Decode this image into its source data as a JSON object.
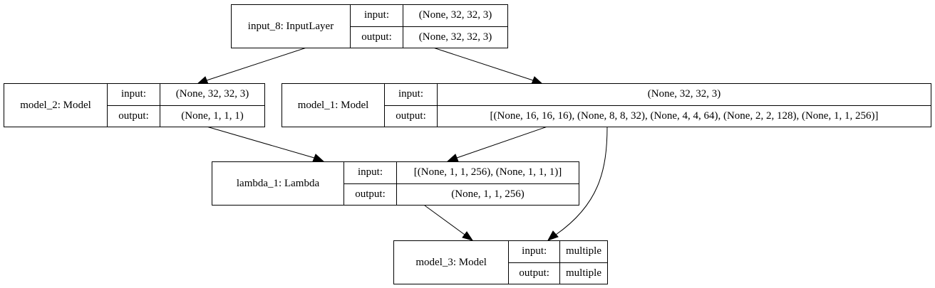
{
  "nodes": {
    "input_8": {
      "name": "input_8: InputLayer",
      "input_label": "input:",
      "output_label": "output:",
      "input_value": "(None, 32, 32, 3)",
      "output_value": "(None, 32, 32, 3)"
    },
    "model_2": {
      "name": "model_2: Model",
      "input_label": "input:",
      "output_label": "output:",
      "input_value": "(None, 32, 32, 3)",
      "output_value": "(None, 1, 1, 1)"
    },
    "model_1": {
      "name": "model_1: Model",
      "input_label": "input:",
      "output_label": "output:",
      "input_value": "(None, 32, 32, 3)",
      "output_value": "[(None, 16, 16, 16), (None, 8, 8, 32), (None, 4, 4, 64), (None, 2, 2, 128), (None, 1, 1, 256)]"
    },
    "lambda_1": {
      "name": "lambda_1: Lambda",
      "input_label": "input:",
      "output_label": "output:",
      "input_value": "[(None, 1, 1, 256), (None, 1, 1, 1)]",
      "output_value": "(None, 1, 1, 256)"
    },
    "model_3": {
      "name": "model_3: Model",
      "input_label": "input:",
      "output_label": "output:",
      "input_value": "multiple",
      "output_value": "multiple"
    }
  },
  "edges": [
    {
      "from": "input_8",
      "to": "model_2"
    },
    {
      "from": "input_8",
      "to": "model_1"
    },
    {
      "from": "model_2",
      "to": "lambda_1"
    },
    {
      "from": "model_1",
      "to": "lambda_1"
    },
    {
      "from": "lambda_1",
      "to": "model_3"
    },
    {
      "from": "model_1",
      "to": "model_3"
    }
  ]
}
